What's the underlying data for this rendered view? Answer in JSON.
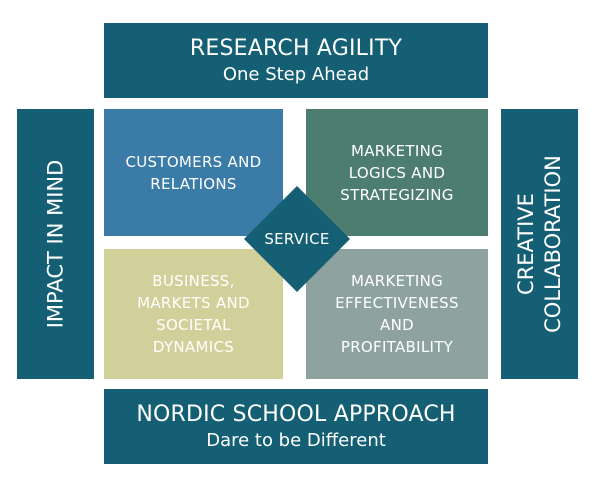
{
  "top_band": {
    "title": "RESEARCH AGILITY",
    "subtitle": "One Step Ahead"
  },
  "bottom_band": {
    "title": "NORDIC SCHOOL APPROACH",
    "subtitle": "Dare to be Different"
  },
  "left_band": {
    "label": "IMPACT IN MIND"
  },
  "right_band": {
    "label": "CREATIVE\nCOLLABORATION"
  },
  "quadrants": {
    "top_left": "CUSTOMERS AND\nRELATIONS",
    "top_right": "MARKETING\nLOGICS AND\nSTRATEGIZING",
    "bottom_left": "BUSINESS,\nMARKETS AND\nSOCIETAL\nDYNAMICS",
    "bottom_right": "MARKETING\nEFFECTIVENESS\nAND\nPROFITABILITY"
  },
  "center": {
    "label": "SERVICE"
  },
  "colors": {
    "band": "#145f73",
    "top_left": "#3a7ba8",
    "top_right": "#4d7d71",
    "bottom_left": "#d2d09a",
    "bottom_right": "#8ea3a0",
    "diamond": "#145f73"
  }
}
